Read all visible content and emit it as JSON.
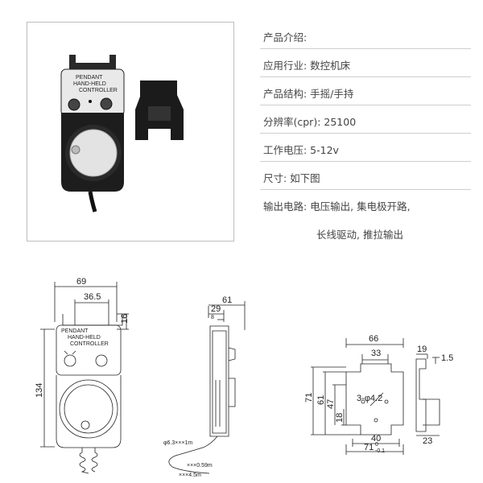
{
  "specs": {
    "title": "产品介绍:",
    "rows": [
      "应用行业: 数控机床",
      "产品结构: 手摇/手持",
      "分辨率(cpr): 25100",
      "工作电压: 5-12v",
      "尺寸: 如下图",
      "输出电路: 电压输出, 集电极开路,"
    ],
    "continuation": "长线驱动, 推拉输出"
  },
  "photo": {
    "label_lines": [
      "PENDANT",
      "HAND-HELD",
      "CONTROLLER"
    ]
  },
  "drawing_front": {
    "width": "69",
    "inner_width": "36.5",
    "height": "134",
    "top_handle": "16",
    "label_lines": [
      "PENDANT",
      "HAND-HELD",
      "CONTROLLER"
    ]
  },
  "drawing_side": {
    "depth": "61",
    "body": "29",
    "small": "8",
    "cable_1": "φ6.3×××1m",
    "cable_2": "×××0.59m",
    "cable_3": "×××4.5m"
  },
  "drawing_bracket": {
    "width": "66",
    "top": "33",
    "h71": "71",
    "h61": "61",
    "h47": "47",
    "h18": "18",
    "holes": "3-φ4.2",
    "bottom": "40",
    "tol": "71",
    "tol_sub": "0",
    "tol_sub2": "-0.1",
    "side_w": "19",
    "side_t": "1.5",
    "side_b": "23"
  }
}
